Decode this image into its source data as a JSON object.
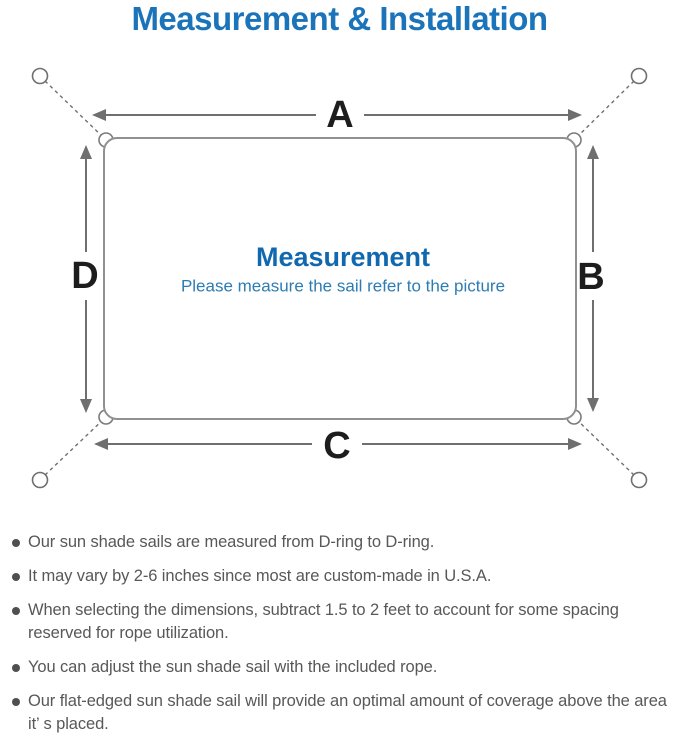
{
  "page": {
    "title": "Measurement & Installation"
  },
  "diagram": {
    "dimension_labels": {
      "top": "A",
      "right": "B",
      "bottom": "C",
      "left": "D"
    },
    "center_heading": "Measurement",
    "center_subtitle": "Please measure the sail refer to the picture"
  },
  "notes": {
    "items": [
      "Our sun shade sails are measured from D-ring to D-ring.",
      "It may vary by 2-6 inches since most are custom-made in U.S.A.",
      "When selecting the dimensions, subtract 1.5 to 2 feet to account for some spacing reserved for rope utilization.",
      "You can adjust the sun shade sail with the included rope.",
      "Our flat-edged sun shade sail will provide an optimal amount of coverage above the area it’ s placed."
    ]
  },
  "colors": {
    "title_blue": "#1b74ba",
    "heading_blue": "#1268ae",
    "subtitle_blue": "#2d7cb4",
    "note_text_gray": "#58585a",
    "line_gray": "#6f6f6f",
    "label_black": "#1d1d1d"
  }
}
